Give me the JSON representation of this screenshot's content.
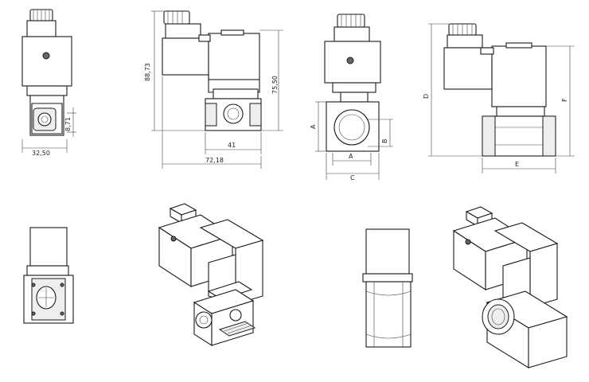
{
  "dimensions": {
    "front_width": "32,50",
    "front_port": "8,71",
    "side_height": "88,73",
    "side_height2": "75,50",
    "side_body_width": "41",
    "side_total_width": "72,18",
    "port_view_A_left": "A",
    "port_view_A_bottom": "A",
    "port_view_B": "B",
    "port_view_C": "C",
    "large_D": "D",
    "large_F": "F",
    "large_E": "E"
  },
  "colors": {
    "line": "#1a1a1a",
    "background": "#ffffff"
  }
}
